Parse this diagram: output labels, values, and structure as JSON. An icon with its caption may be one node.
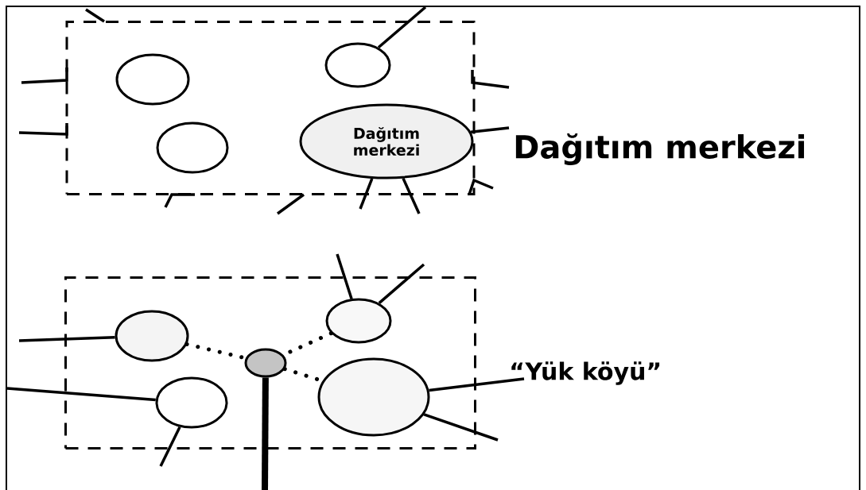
{
  "diagram": {
    "nodes": [
      {
        "text": [],
        "shape": "box",
        "beside": [
          "Dağıtım merkezi"
        ]
      },
      {
        "text": [],
        "shape": "circle",
        "in": 0
      },
      {
        "text": [],
        "shape": "circle",
        "in": 0
      },
      {
        "text": [],
        "shape": "circle",
        "in": 0
      },
      {
        "text": [
          "Dağıtım merkezi"
        ],
        "in": 0
      },
      {
        "text": [],
        "shape": "box",
        "beside": [
          "“Yük köyü”"
        ]
      },
      {
        "text": [],
        "shape": "circle",
        "in": 5
      },
      {
        "text": [],
        "shape": "circle",
        "in": 5
      },
      {
        "text": [],
        "shape": "circle",
        "in": 5
      },
      {
        "text": [],
        "shape": "circle",
        "in": 5
      },
      {
        "text": [],
        "shape": "circle",
        "in": 5
      }
    ],
    "edges": [
      {
        "from": 3,
        "to": null,
        "arrow": "none"
      },
      {
        "from": 4,
        "to": null,
        "arrow": "none"
      },
      {
        "from": 4,
        "to": null,
        "arrow": "none"
      },
      {
        "from": 4,
        "to": null,
        "arrow": "none"
      },
      {
        "from": 6,
        "to": 8,
        "arrow": "none",
        "style": "dashed"
      },
      {
        "from": 7,
        "to": 8,
        "arrow": "none",
        "style": "dashed"
      },
      {
        "from": 8,
        "to": 10,
        "arrow": "none",
        "style": "dashed"
      },
      {
        "from": 8,
        "to": null,
        "arrow": "none",
        "style": "thick"
      },
      {
        "from": 6,
        "to": null,
        "arrow": "none"
      },
      {
        "from": 9,
        "to": null,
        "arrow": "none"
      },
      {
        "from": 9,
        "to": null,
        "arrow": "none"
      },
      {
        "from": 7,
        "to": null,
        "arrow": "none"
      },
      {
        "from": 7,
        "to": null,
        "arrow": "none"
      },
      {
        "from": 10,
        "to": null,
        "arrow": "none"
      },
      {
        "from": 10,
        "to": null,
        "arrow": "none"
      }
    ]
  }
}
